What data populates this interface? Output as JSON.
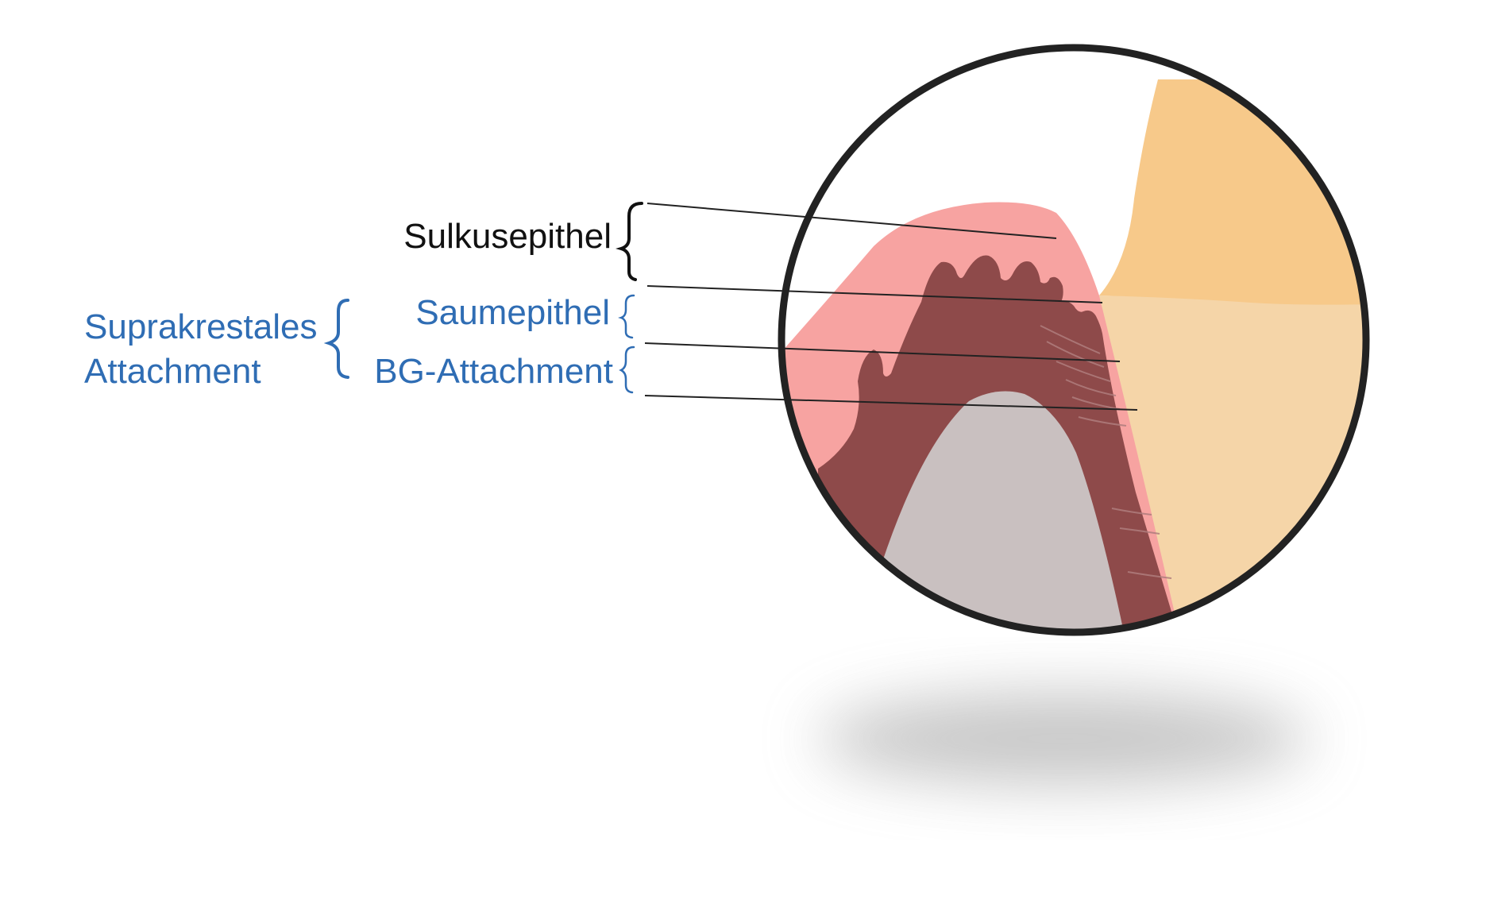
{
  "labels": {
    "sulkusepithel": "Sulkusepithel",
    "saumepithel": "Saumepithel",
    "bg_attachment": "BG-Attachment",
    "suprakrestales_line1": "Suprakrestales",
    "suprakrestales_line2": "Attachment"
  },
  "colors": {
    "label_black": "#111111",
    "label_blue": "#2f6db4",
    "gingiva_pink": "#f7a3a1",
    "connective_tissue": "#8e4a4a",
    "bone": "#c9c0c0",
    "enamel": "#f7c98a",
    "root": "#f5d5a8",
    "outline": "#222222"
  }
}
